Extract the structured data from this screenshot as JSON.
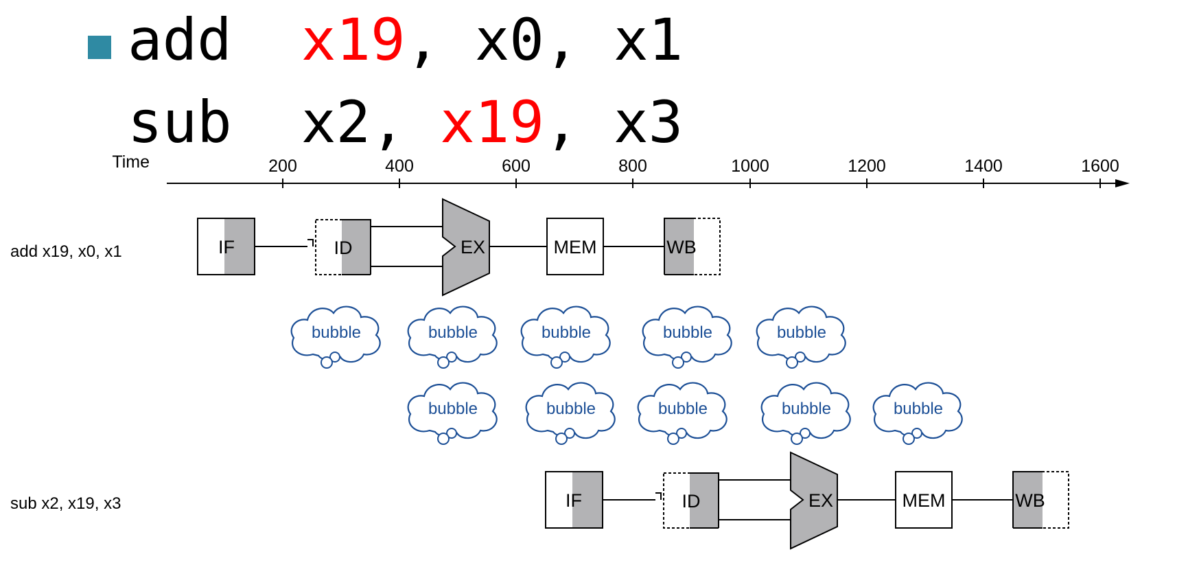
{
  "code": {
    "line1": {
      "op": "add",
      "pad": "  ",
      "dest": "x19",
      "rest": ", x0, x1"
    },
    "line2": {
      "op": "sub",
      "pad": "  ",
      "pre": "x2, ",
      "src": "x19",
      "rest": ", x3"
    }
  },
  "timeline": {
    "label": "Time",
    "ticks": [
      "200",
      "400",
      "600",
      "800",
      "1000",
      "1200",
      "1400",
      "1600"
    ]
  },
  "instructions": [
    {
      "label": "add x19, x0, x1",
      "stages": {
        "if": "IF",
        "id": "ID",
        "ex": "EX",
        "mem": "MEM",
        "wb": "WB"
      }
    },
    {
      "label": "sub x2, x19, x3",
      "stages": {
        "if": "IF",
        "id": "ID",
        "ex": "EX",
        "mem": "MEM",
        "wb": "WB"
      }
    }
  ],
  "bubble_label": "bubble",
  "colors": {
    "highlight": "#ff0000",
    "bullet": "#2f8aa3",
    "stage_shade": "#b3b3b5",
    "bubble_text": "#1c4f96"
  }
}
